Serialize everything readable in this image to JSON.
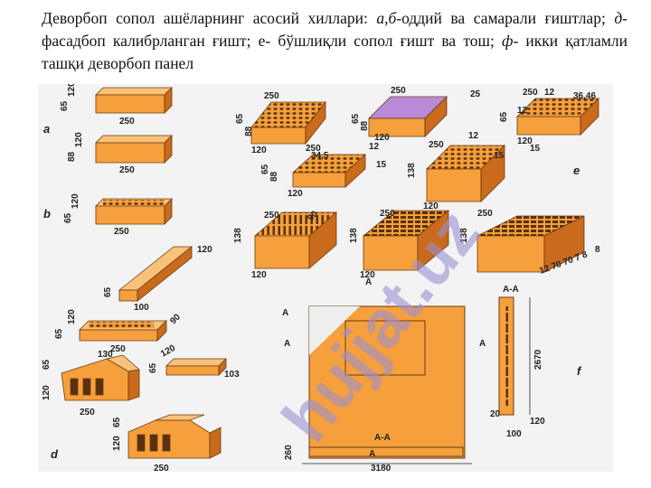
{
  "caption": {
    "p1": "Деворбоп сопол ашёларнинг асосий хиллари: ",
    "i1": "а,б",
    "p2": "-оддий ва самарали ғиштлар; ",
    "i2": "д",
    "p3": "-фасадбоп калибрланган ғишт; е- бўшлиқли сопол ғишт ва тош; ",
    "i3": "ф",
    "p4": "- икки қатламли ташқи деворбоп панел"
  },
  "figure": {
    "labels": {
      "a": "a",
      "b": "b",
      "d": "d",
      "e": "e",
      "f": "f"
    },
    "dims": {
      "a1_h": "65",
      "a1_w": "120",
      "a1_l": "250",
      "a2_h": "88",
      "a2_w": "120",
      "a2_l": "250",
      "b_h": "65",
      "b_w": "120",
      "b_l": "250",
      "c1_l": "120",
      "c1_h": "65",
      "c1_w": "100",
      "c2_h": "65",
      "c2_w": "120",
      "c2_l": "250",
      "c2_x": "90",
      "c3_l": "120",
      "c3_h": "65",
      "c3_w": "103",
      "d1_top": "130",
      "d1_h": "65",
      "d1_v": "120",
      "d1_l": "250",
      "d2_h": "65",
      "d2_v": "120",
      "d2_l": "250",
      "e1_l": "250",
      "e1_h": "65",
      "e1_s": "88",
      "e1_w": "120",
      "e2_l": "250",
      "e2_r": "25",
      "e2_h": "65",
      "e2_s": "88",
      "e2_w": "120",
      "e3_l": "250",
      "e3_t": "12",
      "e3_r": "36,46",
      "e3_h": "65",
      "e3_w": "120",
      "e3_x": "12",
      "e3_y": "15",
      "e4_l": "250",
      "e4_a": "34,5",
      "e4_t": "12",
      "e4_r": "15",
      "e4_h": "65",
      "e4_s": "88",
      "e4_w": "120",
      "e5_l": "250",
      "e5_h": "138",
      "e5_w": "120",
      "e5_r": "15",
      "e5_t": "12",
      "e6_l": "250",
      "e6_r": "90",
      "e6_h": "138",
      "e6_w": "120",
      "e7_l": "250",
      "e7_h": "138",
      "e7_w": "120",
      "e8_l": "250",
      "e8_h": "138",
      "e8_g": "12 70 70 7 8",
      "e8_r": "8",
      "f_sec": "A-A",
      "f_a1": "A",
      "f_a2": "A",
      "f_a3": "A",
      "f_a4": "A",
      "f_a5": "A",
      "f_h": "2670",
      "f_b1": "20",
      "f_b2": "120",
      "f_b3": "100",
      "f_h2": "260",
      "f_sec2": "A-A",
      "f_w": "3180"
    }
  },
  "watermark": {
    "text": "hujjat.uz",
    "color": "#9b8fd0"
  },
  "colors": {
    "brick": "#f5a03c",
    "brick_dark": "#c96a1c",
    "brick_top": "#f9c27a",
    "hole": "#5a3010"
  }
}
